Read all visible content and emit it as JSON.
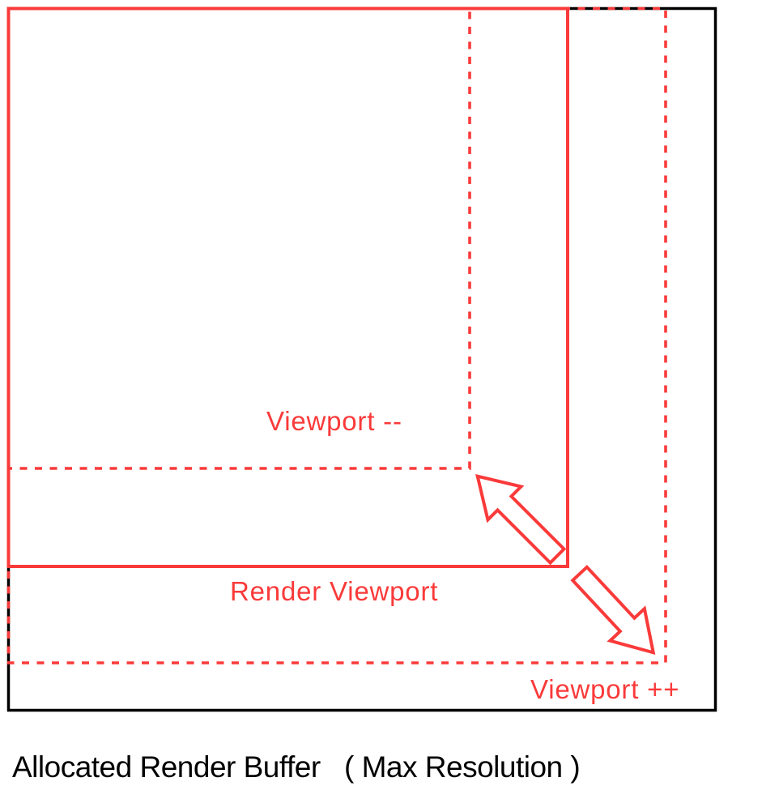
{
  "diagram": {
    "title_caption": "Allocated Render Buffer   ( Max Resolution )",
    "labels": {
      "viewport_minus": "Viewport --",
      "render_viewport": "Render Viewport",
      "viewport_plus": "Viewport ++"
    },
    "arrows": [
      {
        "name": "shrink-arrow",
        "direction": "up-left",
        "meaning": "viewport decrease toward Viewport --"
      },
      {
        "name": "grow-arrow",
        "direction": "down-right",
        "meaning": "viewport increase toward Viewport ++"
      }
    ],
    "outlines": [
      {
        "name": "allocated-render-buffer",
        "style": "solid",
        "color_key": "line_black"
      },
      {
        "name": "viewport-plus",
        "style": "dashed",
        "color_key": "accent_red"
      },
      {
        "name": "render-viewport",
        "style": "solid",
        "color_key": "accent_red"
      },
      {
        "name": "viewport-minus",
        "style": "dashed",
        "color_key": "accent_red"
      }
    ],
    "colors": {
      "accent_red": "#fa3a3a",
      "line_black": "#000000",
      "background": "#ffffff"
    }
  }
}
